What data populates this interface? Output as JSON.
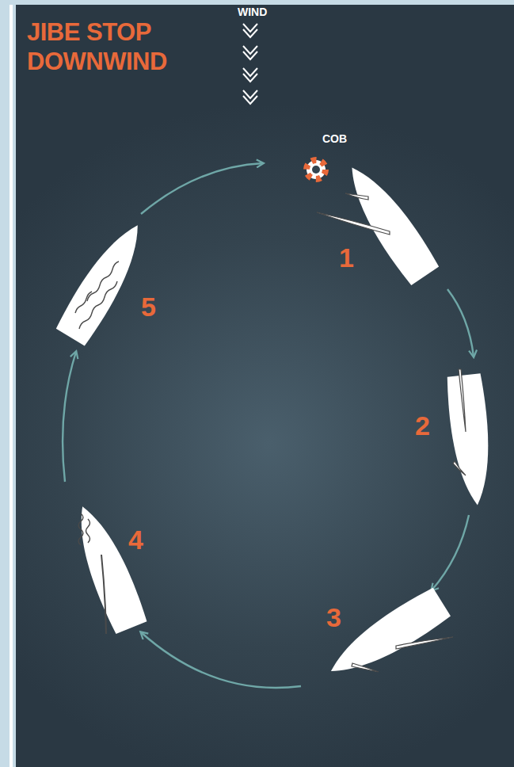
{
  "diagram": {
    "title": "JIBE STOP DOWNWIND",
    "labels": [
      "WIND",
      "COB",
      "1",
      "2",
      "3",
      "4",
      "5"
    ]
  }
}
